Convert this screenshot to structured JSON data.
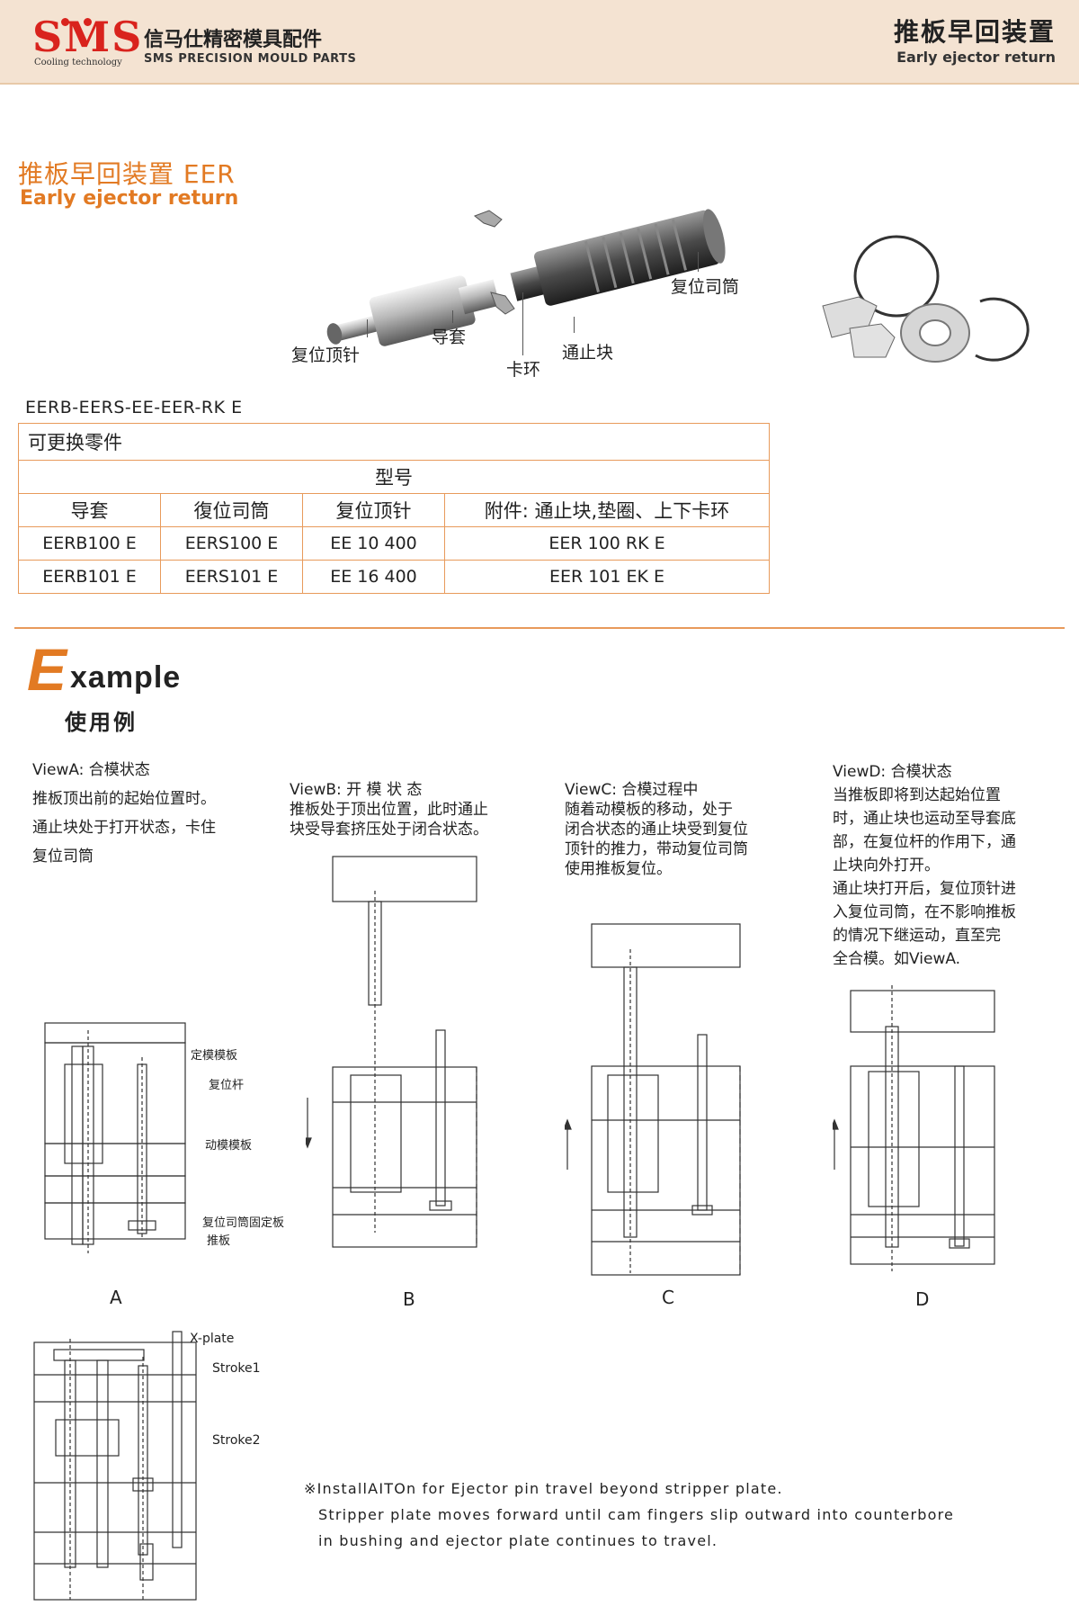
{
  "header": {
    "logo_text": "SMS",
    "logo_sub": "Cooling technology",
    "company_cn": "信马仕精密模具配件",
    "company_en": "SMS PRECISION MOULD PARTS",
    "title_cn": "推板早回装置",
    "title_en": "Early ejector return"
  },
  "section": {
    "title_cn": "推板早回装置 EER",
    "title_en": "Early ejector return"
  },
  "parts_labels": {
    "reset_pin": "复位顶针",
    "guide_bush": "导套",
    "clip_ring": "卡环",
    "stop_block": "通止块",
    "reset_sleeve": "复位司筒"
  },
  "model_string": "EERB-EERS-EE-EER-RK E",
  "table": {
    "caption": "可更换零件",
    "group_header": "型号",
    "columns": [
      "导套",
      "復位司筒",
      "复位顶针",
      "附件: 通止块,垫圈、上下卡环"
    ],
    "rows": [
      [
        "EERB100  E",
        "EERS100 E",
        "EE  10  400",
        "EER  100  RK E"
      ],
      [
        "EERB101  E",
        "EERS101 E",
        "EE  16  400",
        "EER  101  EK E"
      ]
    ]
  },
  "example": {
    "big_letter": "E",
    "rest": "xample",
    "title_cn": "使用例"
  },
  "views": {
    "a": [
      "ViewA:     合模状态",
      "推板顶出前的起始位置时。",
      "通止块处于打开状态，卡住",
      "复位司筒"
    ],
    "b": [
      "ViewB:    开 模 状 态",
      "推板处于顶出位置，此时通止",
      "块受导套挤压处于闭合状态。"
    ],
    "c": [
      "ViewC:  合模过程中",
      "随着动模板的移动，处于",
      "闭合状态的通止块受到复位",
      "顶针的推力，带动复位司筒",
      "使用推板复位。"
    ],
    "d": [
      "ViewD:  合模状态",
      "当推板即将到达起始位置",
      "时，通止块也运动至导套底",
      "部，在复位杆的作用下，通",
      "止块向外打开。",
      "通止块打开后，复位顶针进",
      "入复位司筒，在不影响推板",
      "的情况下继运动，直至完",
      "全合模。如ViewA."
    ]
  },
  "figures": {
    "labels": [
      "A",
      "B",
      "C",
      "D"
    ],
    "a_annotations": {
      "fixed_plate": "定模模板",
      "reset_rod": "复位杆",
      "moving_plate": "动模模板",
      "sleeve_plate": "复位司筒固定板",
      "ejector_plate": "推板"
    },
    "e_annotations": {
      "x_plate": "X-plate",
      "stroke1": "Stroke1",
      "stroke2": "Stroke2"
    }
  },
  "footnote": [
    "※InstallAITOn for Ejector pin travel beyond stripper plate.",
    "Stripper plate moves forward until cam fingers slip outward into counterbore",
    "in bushing and ejector plate continues to travel."
  ]
}
